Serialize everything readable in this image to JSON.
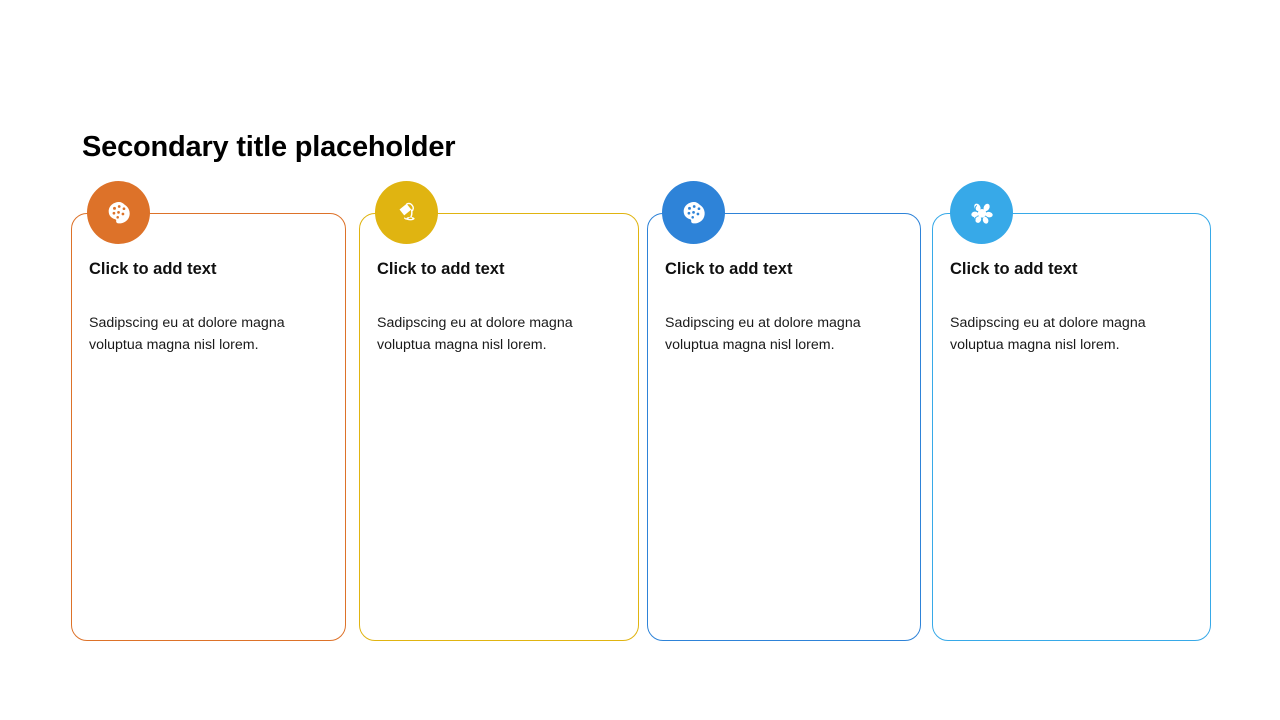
{
  "slide": {
    "title": "Secondary title placeholder",
    "background_color": "#ffffff"
  },
  "cards": [
    {
      "heading": "Click to add text",
      "body": "Sadipscing eu at dolore magna voluptua magna nisl lorem.",
      "accent_color": "#DD7229",
      "icon": "palette-icon"
    },
    {
      "heading": "Click to add text",
      "body": "Sadipscing eu at dolore magna voluptua magna nisl lorem.",
      "accent_color": "#E0B411",
      "icon": "paint-bucket-pour-icon"
    },
    {
      "heading": "Click to add text",
      "body": "Sadipscing eu at dolore magna voluptua magna nisl lorem.",
      "accent_color": "#2E83D8",
      "icon": "palette-icon"
    },
    {
      "heading": "Click to add text",
      "body": "Sadipscing eu at dolore magna voluptua magna nisl lorem.",
      "accent_color": "#37A9E8",
      "icon": "paint-splatter-icon"
    }
  ]
}
